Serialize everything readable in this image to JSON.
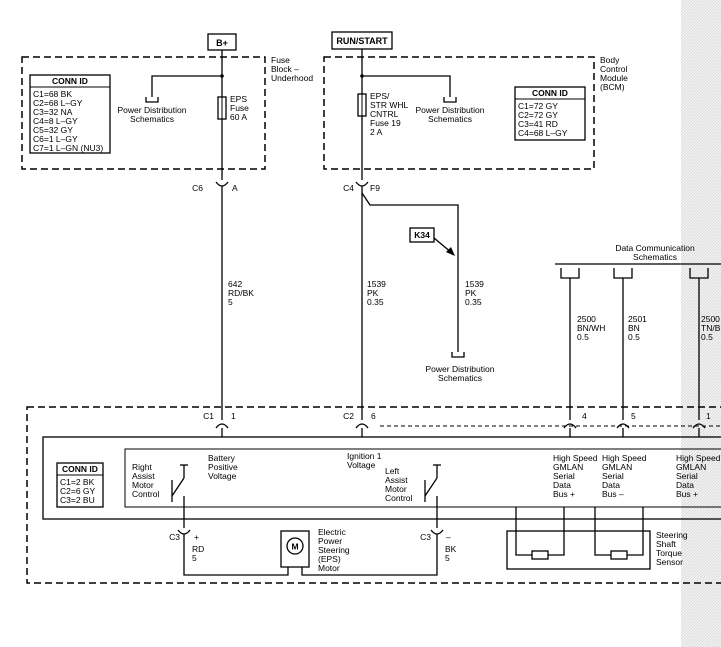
{
  "sources": {
    "b_plus": "B+",
    "run_start": "RUN/START"
  },
  "fuse_block": {
    "title_lines": [
      "Fuse",
      "Block –",
      "Underhood"
    ],
    "conn_header": "CONN ID",
    "conn_rows": [
      "C1=68 BK",
      "C2=68 L–GY",
      "C3=32 NA",
      "C4=8 L–GY",
      "C5=32 GY",
      "C6=1 L–GY",
      "C7=1 L–GN (NU3)"
    ],
    "pds_lines": [
      "Power Distribution",
      "Schematics"
    ],
    "fuse_lines": [
      "EPS",
      "Fuse",
      "60 A"
    ]
  },
  "bcm": {
    "title_lines": [
      "Body",
      "Control",
      "Module",
      "(BCM)"
    ],
    "conn_header": "CONN ID",
    "conn_rows": [
      "C1=72 GY",
      "C2=72 GY",
      "C3=41 RD",
      "C4=68 L–GY"
    ],
    "pds_lines": [
      "Power Distribution",
      "Schematics"
    ],
    "fuse_lines": [
      "EPS/",
      "STR WHL",
      "CNTRL",
      "Fuse 19",
      "2 A"
    ]
  },
  "connectors": {
    "c6": "C6",
    "c6_pin": "A",
    "c4": "C4",
    "c4_pin": "F9",
    "c1": "C1",
    "c1_pin": "1",
    "c2": "C2",
    "c2_pin": "6",
    "pin4": "4",
    "pin5": "5",
    "pin1": "1",
    "c3_left": "C3",
    "c3_left_pin": "+",
    "c3_right": "C3",
    "c3_right_pin": "–"
  },
  "wires": {
    "w642": [
      "642",
      "RD/BK",
      "5"
    ],
    "w1539a": [
      "1539",
      "PK",
      "0.35"
    ],
    "w1539b": [
      "1539",
      "PK",
      "0.35"
    ],
    "w2500": [
      "2500",
      "BN/WH",
      "0.5"
    ],
    "w2501": [
      "2501",
      "BN",
      "0.5"
    ],
    "w2500b": [
      "2500",
      "TN/B",
      "0.5"
    ],
    "rd": [
      "RD",
      "5"
    ],
    "bk": [
      "BK",
      "5"
    ]
  },
  "splice_tag": "K34",
  "pds_bottom_lines": [
    "Power Distribution",
    "Schematics"
  ],
  "dcs_lines": [
    "Data Communication",
    "Schematics"
  ],
  "eps_module": {
    "conn_header": "CONN ID",
    "conn_rows": [
      "C1=2 BK",
      "C2=6 GY",
      "C3=2 BU"
    ],
    "battery_label": [
      "Battery",
      "Positive",
      "Voltage"
    ],
    "ignition_label": [
      "Ignition 1",
      "Voltage"
    ],
    "right_assist": [
      "Right",
      "Assist",
      "Motor",
      "Control"
    ],
    "left_assist": [
      "Left",
      "Assist",
      "Motor",
      "Control"
    ],
    "gmlan_plus": [
      "High Speed",
      "GMLAN",
      "Serial",
      "Data",
      "Bus +"
    ],
    "gmlan_minus": [
      "High Speed",
      "GMLAN",
      "Serial",
      "Data",
      "Bus –"
    ],
    "gmlan_plus2": [
      "High Speed",
      "GMLAN",
      "Serial",
      "Data",
      "Bus +"
    ],
    "motor_symbol": "M",
    "motor_label": [
      "Electric",
      "Power",
      "Steering",
      "(EPS)",
      "Motor"
    ],
    "torque_label": [
      "Steering",
      "Shaft",
      "Torque",
      "Sensor"
    ]
  }
}
